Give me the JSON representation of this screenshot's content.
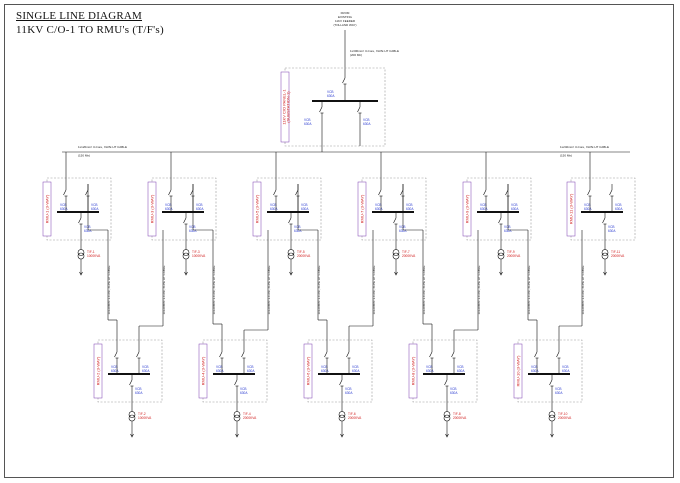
{
  "title": {
    "line1": "SINGLE LINE DIAGRAM",
    "line2": "11KV C/O-1  TO  RMU's (T/F's)"
  },
  "source": {
    "label": [
      "FROM",
      "EXISTING",
      "11KV FEEDER",
      "(TOLLAND WAY)"
    ],
    "cable": [
      "1x300mm² 3-Core, XLPE HT CABLE",
      "(200 Mtr)"
    ]
  },
  "co_panel": {
    "name": [
      "11KV C/O PANEL-1",
      "(SUBSTATION-1)"
    ],
    "vcb_label": "VCB",
    "vcb_rating": "630A"
  },
  "bus_cables": {
    "left": [
      "1x120mm² 3-Core, XLPE HT CABLE",
      "(150 Mtr)"
    ],
    "right": [
      "1x240mm² 3-Core, XLPE HT CABLE",
      "(150 Mtr)"
    ]
  },
  "riser_cable": "1x120mm² 3-Core, XLPE HT CABLE",
  "switch_label": "VCB",
  "switch_rating": "630A",
  "top_rmus": [
    {
      "name": "RMU-1 (3-WAY)",
      "tf_id": "T/F-1",
      "tf_rating": "1000KVA"
    },
    {
      "name": "RMU-3 (3-WAY)",
      "tf_id": "T/F-3",
      "tf_rating": "1000KVA"
    },
    {
      "name": "RMU-5 (3-WAY)",
      "tf_id": "T/F-5",
      "tf_rating": "2000KVA"
    },
    {
      "name": "RMU-7 (3-WAY)",
      "tf_id": "T/F-7",
      "tf_rating": "2000KVA"
    },
    {
      "name": "RMU-9 (3-WAY)",
      "tf_id": "T/F-9",
      "tf_rating": "2000KVA"
    },
    {
      "name": "RMU-11 (3-WAY)",
      "tf_id": "T/F-11",
      "tf_rating": "2000KVA"
    }
  ],
  "bottom_rmus": [
    {
      "name": "RMU-2 (3-WAY)",
      "tf_id": "T/F-2",
      "tf_rating": "1000KVA"
    },
    {
      "name": "RMU-4 (3-WAY)",
      "tf_id": "T/F-4",
      "tf_rating": "2000KVA"
    },
    {
      "name": "RMU-6 (3-WAY)",
      "tf_id": "T/F-6",
      "tf_rating": "2000KVA"
    },
    {
      "name": "RMU-8 (3-WAY)",
      "tf_id": "T/F-8",
      "tf_rating": "2000KVA"
    },
    {
      "name": "RMU-10 (3-WAY)",
      "tf_id": "T/F-10",
      "tf_rating": "2000KVA"
    }
  ],
  "colors": {
    "line": "#111111",
    "panel_border": "#9a9a9a",
    "blue_text": "#2a3bd0",
    "red_text": "#d01818",
    "purple": "#7a3fb0"
  }
}
